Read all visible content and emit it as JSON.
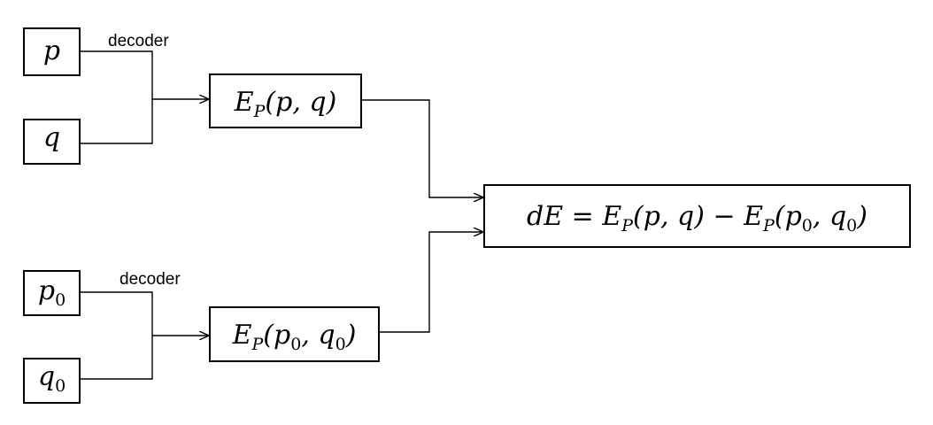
{
  "inputs": {
    "p": "p",
    "q": "q",
    "p0": "p",
    "q0": "q",
    "subscript_zero": "0"
  },
  "labels": {
    "decoder_top": "decoder",
    "decoder_bottom": "decoder"
  },
  "nodes": {
    "ep_top": {
      "E": "E",
      "P": "P",
      "args": "(p, q)"
    },
    "ep_bottom": {
      "E": "E",
      "P": "P",
      "open": "(p",
      "comma": ", q",
      "close": ")"
    },
    "de": {
      "lhs": "dE = ",
      "E1": "E",
      "P1": "P",
      "args1": "(p, q) − ",
      "E2": "E",
      "P2": "P",
      "open2": "(p",
      "comma2": ", q",
      "close2": ")"
    }
  }
}
